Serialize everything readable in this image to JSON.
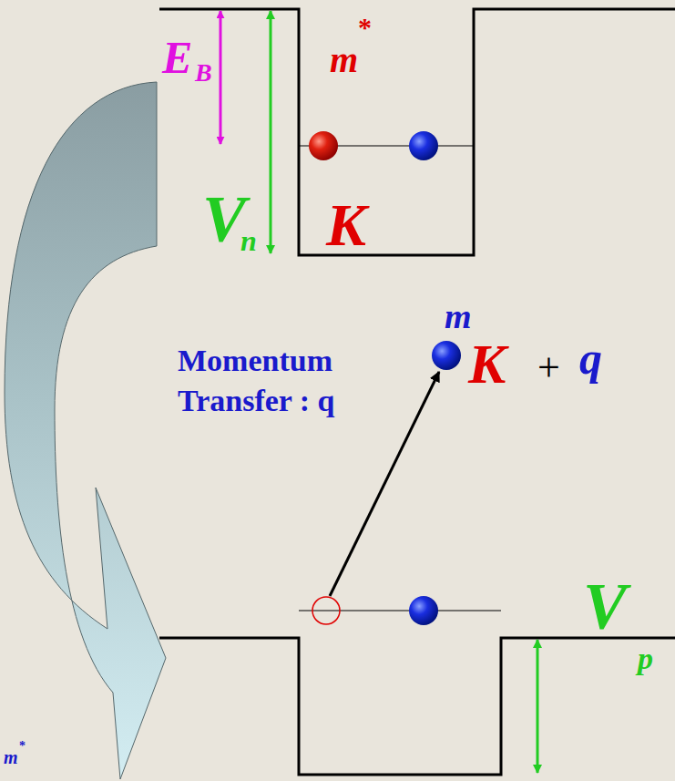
{
  "diagram": {
    "labels": [
      "E",
      "B",
      "m",
      "*",
      "V",
      "n",
      "K",
      "Momentum",
      "Transfer : q",
      "m",
      "K",
      "+",
      "q",
      "V",
      "p",
      "m",
      "*"
    ]
  }
}
